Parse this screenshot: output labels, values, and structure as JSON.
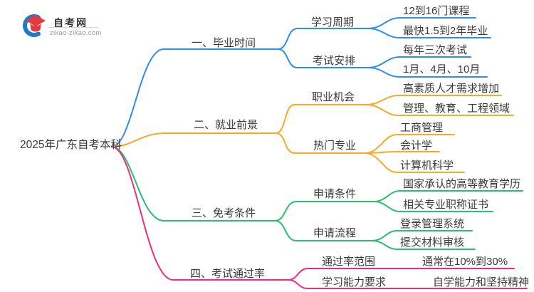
{
  "logo": {
    "site_name": "自考网",
    "site_domain": "zikao-zikao.com",
    "swoosh_color": "#1f7dc4",
    "cap_color": "#e23b3f"
  },
  "colors": {
    "text": "#3a3a3a",
    "branch_blue": "#2e8eea",
    "branch_orange": "#f7a928",
    "branch_green": "#2abf6f",
    "branch_pink": "#ee2d7d"
  },
  "mindmap": {
    "root": {
      "label": "2025年广东自考本科"
    },
    "branches": [
      {
        "label": "一、毕业时间",
        "color": "#2e8eea",
        "children": [
          {
            "label": "学习周期",
            "children": [
              {
                "label": "12到16门课程"
              },
              {
                "label": "最快1.5到2年毕业"
              }
            ]
          },
          {
            "label": "考试安排",
            "children": [
              {
                "label": "每年三次考试"
              },
              {
                "label": "1月、4月、10月"
              }
            ]
          }
        ]
      },
      {
        "label": "二、就业前景",
        "color": "#f7a928",
        "children": [
          {
            "label": "职业机会",
            "children": [
              {
                "label": "高素质人才需求增加"
              },
              {
                "label": "管理、教育、工程领域"
              }
            ]
          },
          {
            "label": "热门专业",
            "children": [
              {
                "label": "工商管理"
              },
              {
                "label": "会计学"
              },
              {
                "label": "计算机科学"
              }
            ]
          }
        ]
      },
      {
        "label": "三、免考条件",
        "color": "#2abf6f",
        "children": [
          {
            "label": "申请条件",
            "children": [
              {
                "label": "国家承认的高等教育学历"
              },
              {
                "label": "相关专业职称证书"
              }
            ]
          },
          {
            "label": "申请流程",
            "children": [
              {
                "label": "登录管理系统"
              },
              {
                "label": "提交材料审核"
              }
            ]
          }
        ]
      },
      {
        "label": "四、考试通过率",
        "color": "#ee2d7d",
        "children": [
          {
            "label": "通过率范围",
            "children": [
              {
                "label": "通常在10%到30%"
              }
            ]
          },
          {
            "label": "学习能力要求",
            "children": [
              {
                "label": "自学能力和坚持精神"
              }
            ]
          }
        ]
      }
    ]
  }
}
